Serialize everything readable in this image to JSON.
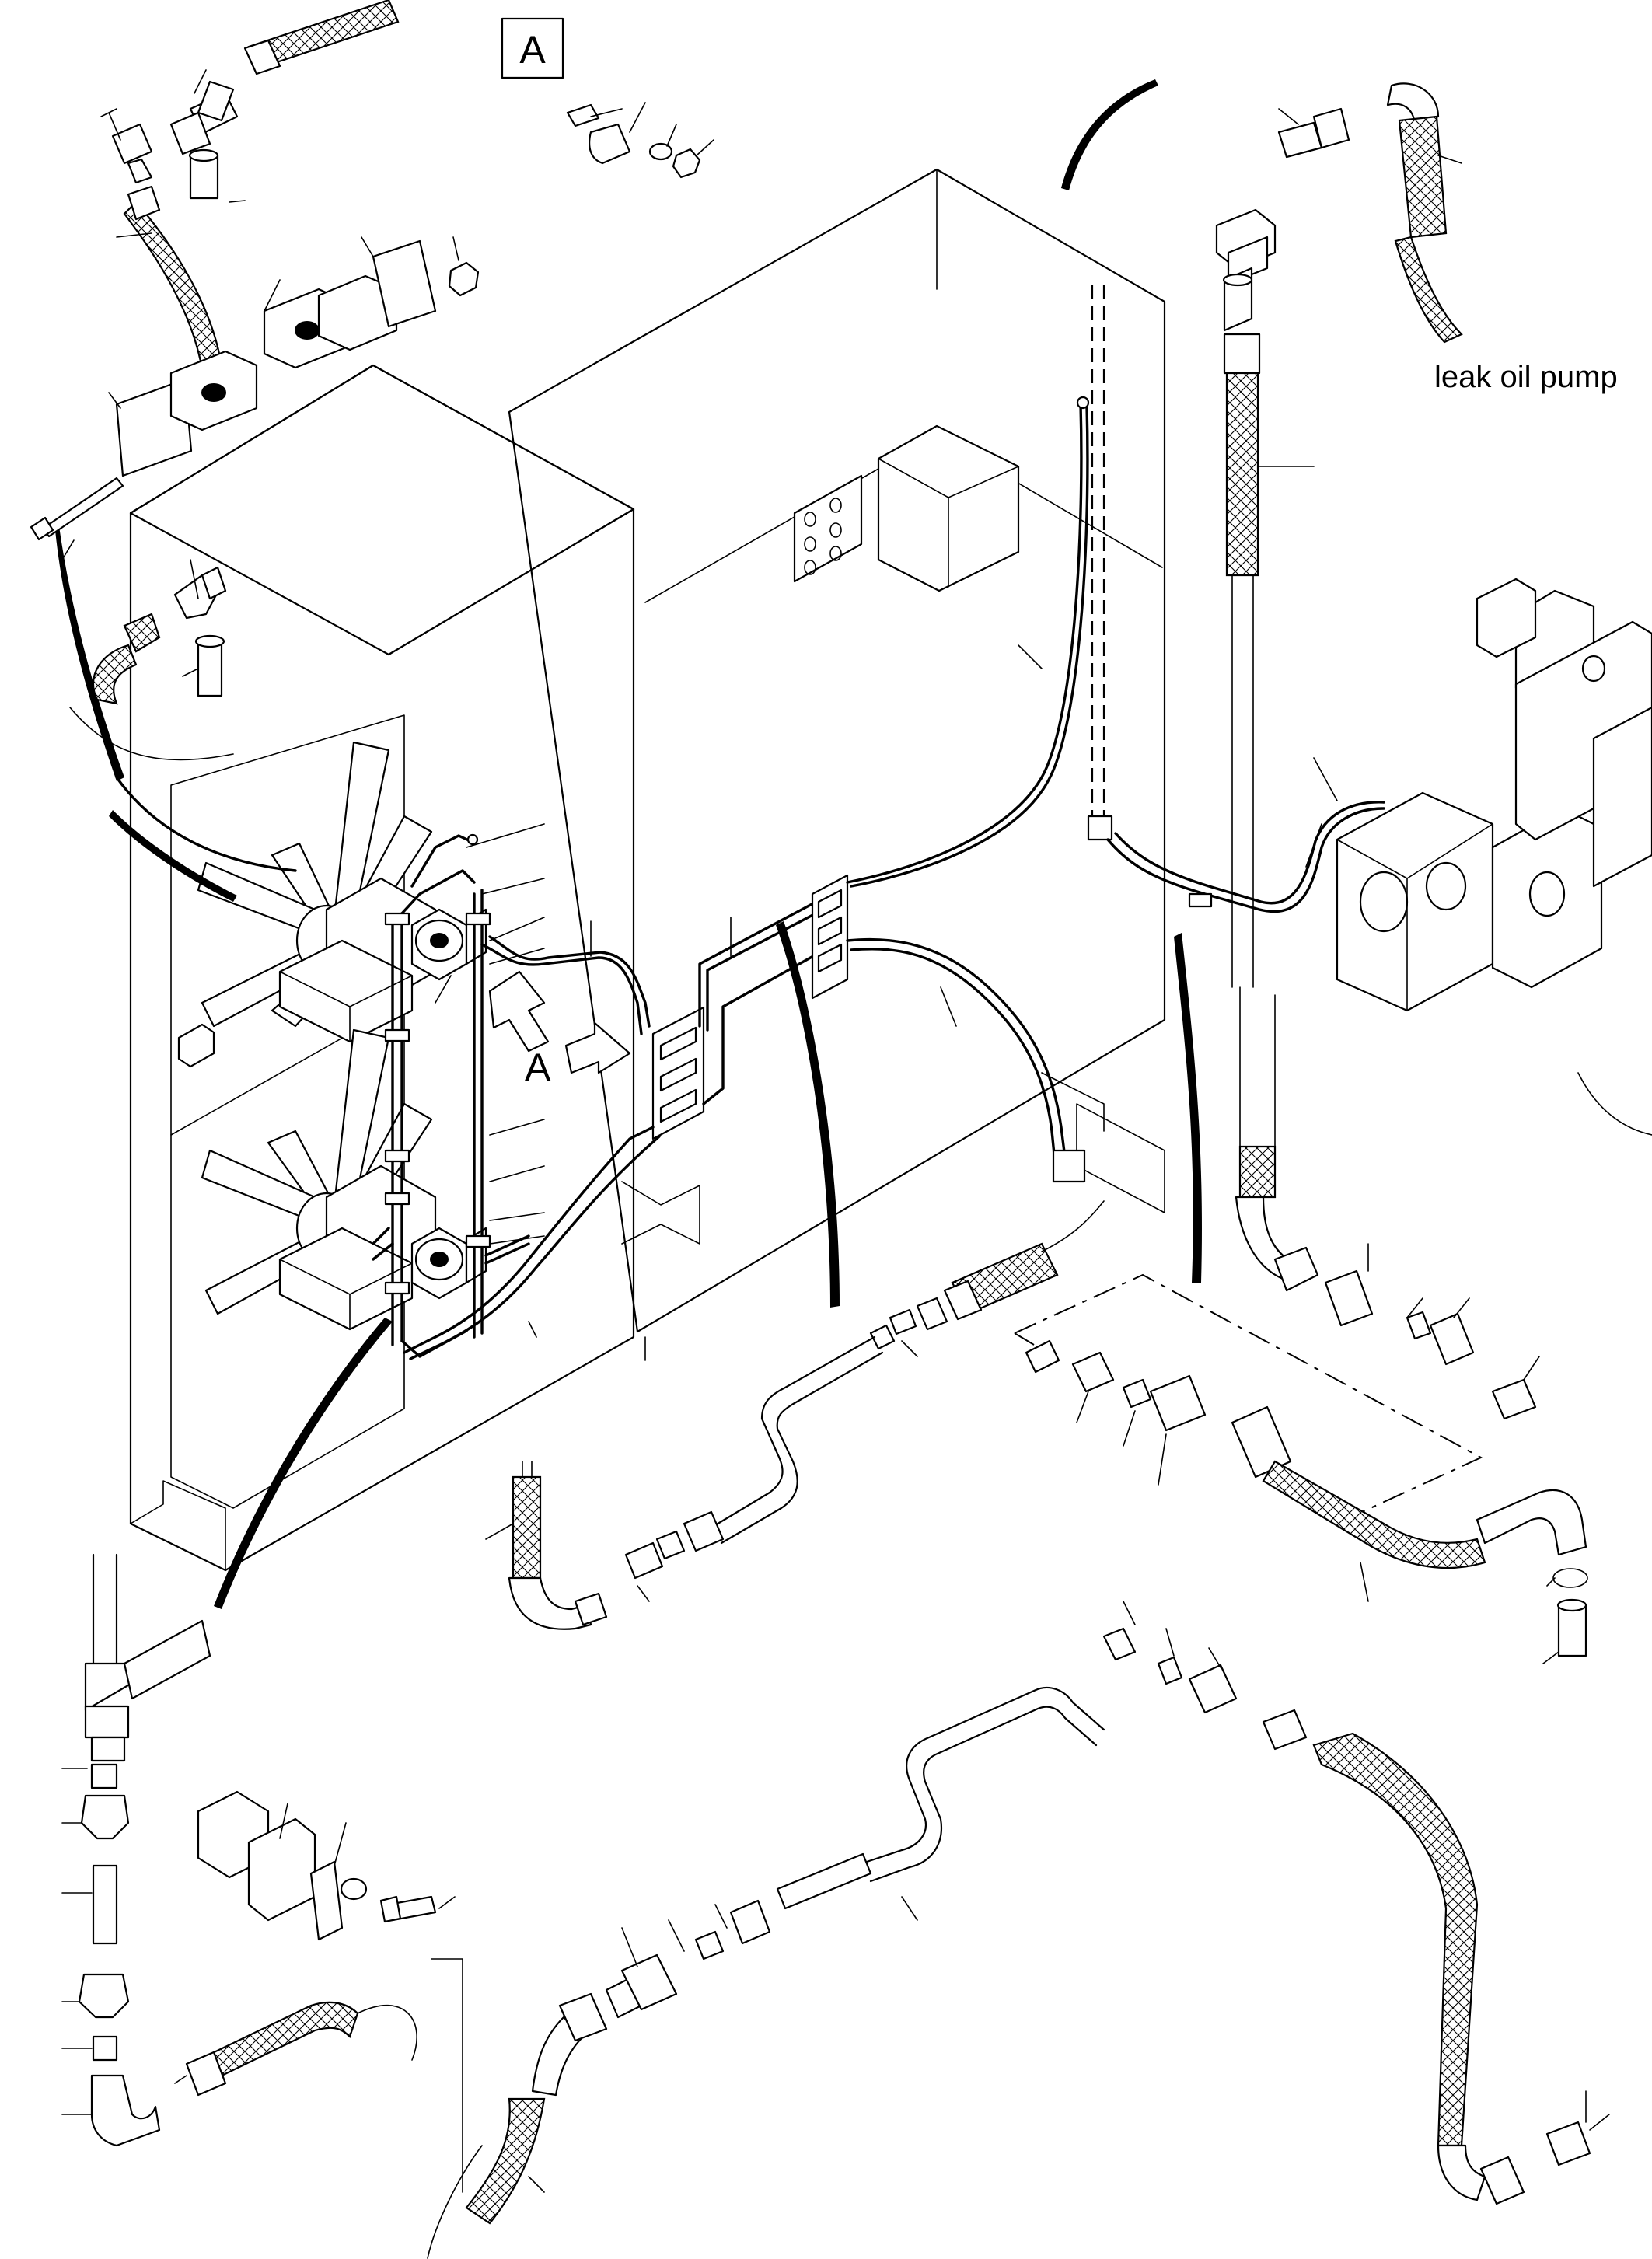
{
  "view_tag": "A",
  "arrow_label": "A",
  "leak_oil_pump_label": "leak oil pump"
}
